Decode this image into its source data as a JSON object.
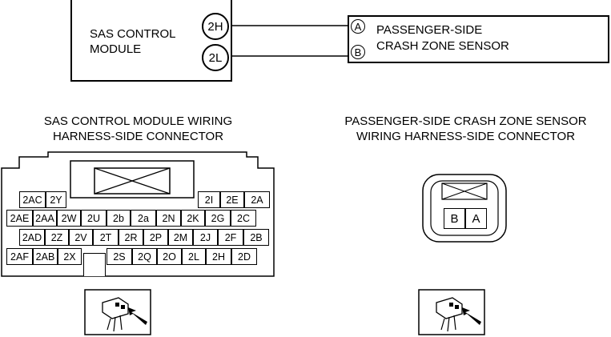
{
  "sas_module": {
    "label_line1": "SAS CONTROL",
    "label_line2": "MODULE",
    "terminal_top": "2H",
    "terminal_bottom": "2L"
  },
  "sensor": {
    "label_line1": "PASSENGER-SIDE",
    "label_line2": "CRASH ZONE SENSOR",
    "terminal_top": "A",
    "terminal_bottom": "B"
  },
  "left_connector": {
    "title_line1": "SAS CONTROL MODULE WIRING",
    "title_line2": "HARNESS-SIDE CONNECTOR"
  },
  "right_connector": {
    "title_line1": "PASSENGER-SIDE CRASH ZONE SENSOR",
    "title_line2": "WIRING HARNESS-SIDE CONNECTOR",
    "pins": [
      "B",
      "A"
    ]
  },
  "pin_rows": {
    "row1_left": [
      "2AC",
      "2Y"
    ],
    "row1_right": [
      "2I",
      "2E",
      "2A"
    ],
    "row2": [
      "2AE",
      "2AA",
      "2W",
      "2U",
      "2b",
      "2a",
      "2N",
      "2K",
      "2G",
      "2C"
    ],
    "row3": [
      "2AD",
      "2Z",
      "2V",
      "2T",
      "2R",
      "2P",
      "2M",
      "2J",
      "2F",
      "2B"
    ],
    "row4_left": [
      "2AF",
      "2AB",
      "2X"
    ],
    "row4_right": [
      "2S",
      "2Q",
      "2O",
      "2L",
      "2H",
      "2D"
    ]
  },
  "icons": [
    "connector-view-icon",
    "connector-view-icon"
  ]
}
